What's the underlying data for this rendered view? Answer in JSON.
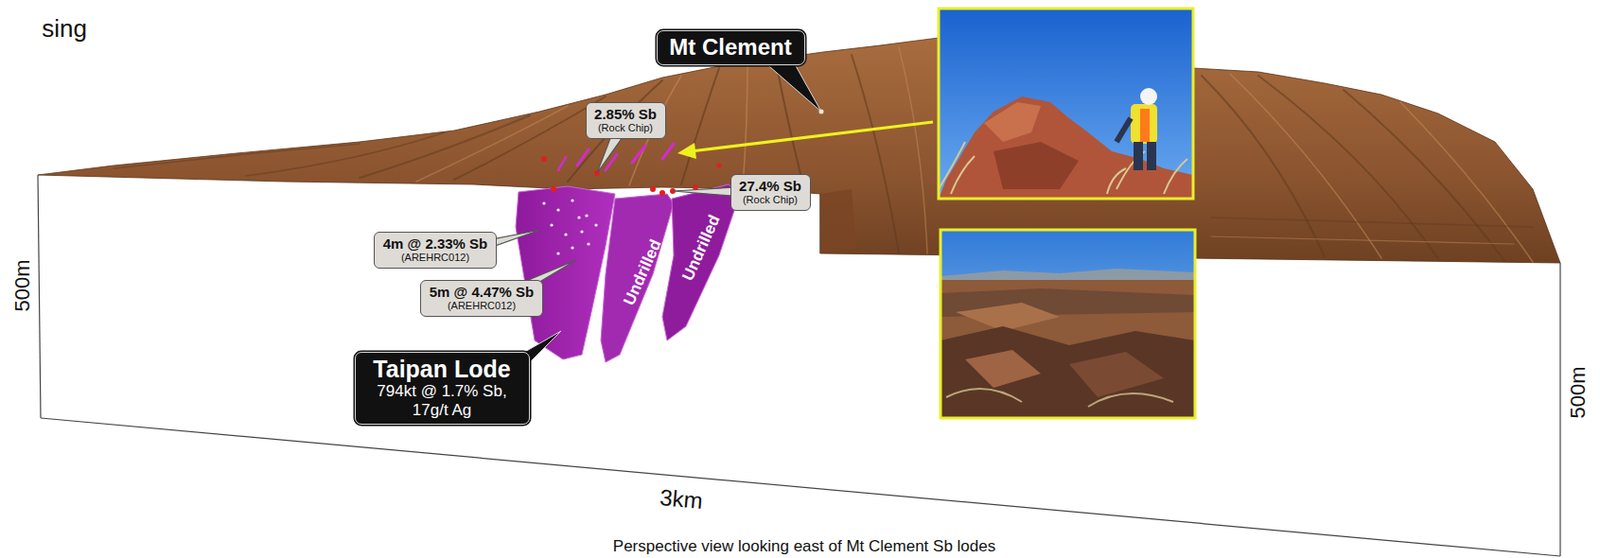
{
  "diagram": {
    "caption": "Perspective view looking east of Mt Clement Sb lodes",
    "nodes": [
      {
        "text": [
          "Mt Clement"
        ]
      },
      {
        "text": [
          "2.85% Sb",
          "(Rock Chip)"
        ]
      },
      {
        "text": [
          "27.4% Sb",
          "(Rock Chip)"
        ]
      },
      {
        "text": [
          "4m @ 2.33% Sb",
          "(AREHRC012)"
        ]
      },
      {
        "text": [
          "5m @ 4.47% Sb",
          "(AREHRC012)"
        ]
      },
      {
        "text": [
          "Taipan Lode",
          "794kt @ 1.7% Sb, 17g/t Ag"
        ]
      }
    ],
    "labels": [
      "sing",
      "Undrilled",
      "Undrilled",
      "500m",
      "500m",
      "3km"
    ]
  }
}
